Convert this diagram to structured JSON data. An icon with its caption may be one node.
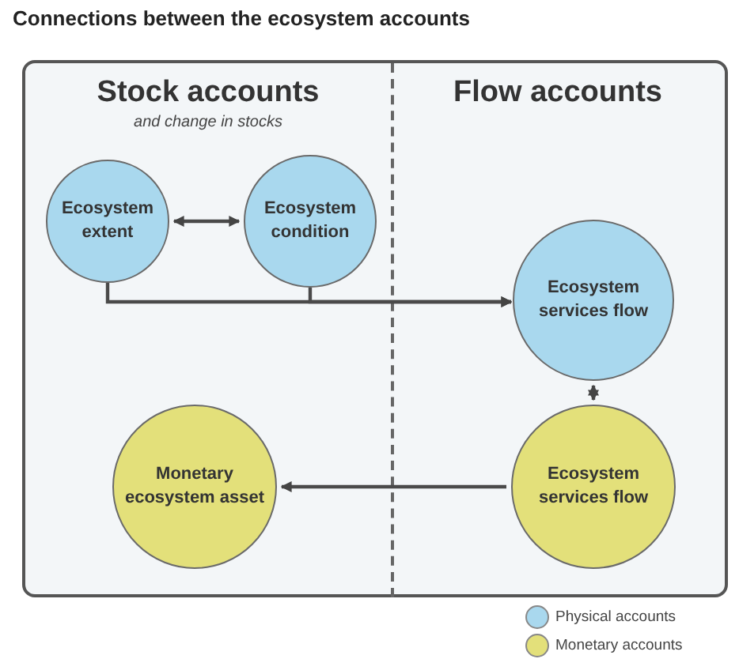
{
  "diagram": {
    "title": "Connections between the ecosystem accounts",
    "nodes": [
      {
        "text": [
          "Stock accounts",
          "and change in stocks"
        ]
      },
      {
        "text": [
          "Flow accounts"
        ]
      },
      {
        "text": [
          "Ecosystem extent"
        ],
        "in": 0
      },
      {
        "text": [
          "Ecosystem condition"
        ],
        "in": 0
      },
      {
        "text": [
          "Ecosystem services flow"
        ],
        "in": 1
      },
      {
        "text": [
          "Ecosystem services flow"
        ],
        "in": 1
      },
      {
        "text": [
          "Monetary ecosystem asset"
        ],
        "in": 0
      }
    ],
    "edges": [
      {
        "from": 2,
        "to": 3,
        "arrow": "both"
      },
      {
        "from": 2,
        "to": 4,
        "arrow": "to"
      },
      {
        "from": 3,
        "to": 4,
        "arrow": "to"
      },
      {
        "from": 4,
        "to": 5,
        "arrow": "both"
      },
      {
        "from": 5,
        "to": 6,
        "arrow": "to"
      }
    ],
    "legend": [
      {
        "text": "Physical accounts",
        "color": "#a9d8ee"
      },
      {
        "text": "Monetary accounts",
        "color": "#e3e07a"
      }
    ]
  }
}
